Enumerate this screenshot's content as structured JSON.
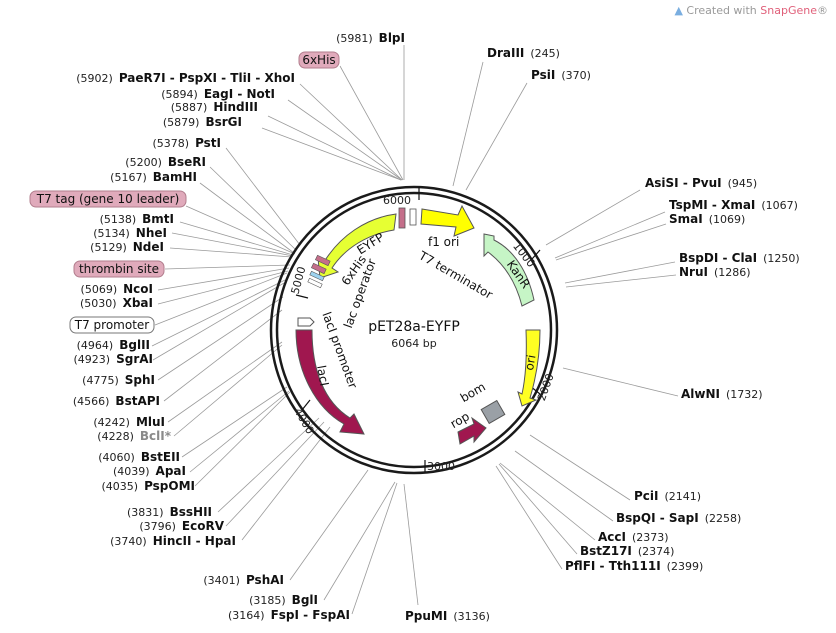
{
  "header": {
    "prefix": "Created with ",
    "brand": "SnapGene",
    "mark": "®"
  },
  "plasmid": {
    "name": "pET28a-EYFP",
    "size": "6064 bp"
  },
  "ticks": [
    "1000",
    "2000",
    "3000",
    "4000",
    "5000",
    "6000"
  ],
  "features": {
    "f1_ori": "f1 ori",
    "kanr": "KanR",
    "ori": "ori",
    "t7_term": "T7 terminator",
    "bom": "bom",
    "rop": "rop",
    "laci": "lacI",
    "laci_promoter": "lacI promoter",
    "lac_operator": "lac operator",
    "his_inner": "6xHis",
    "eyfp": "EYFP"
  },
  "boxed": [
    "6xHis",
    "T7 tag (gene 10 leader)",
    "thrombin site",
    "T7 promoter"
  ],
  "sites_right": [
    {
      "pos": "(245)",
      "name": "DraIII"
    },
    {
      "pos": "(370)",
      "name": "PsiI"
    },
    {
      "pos": "(945)",
      "name": "AsiSI - PvuI"
    },
    {
      "pos": "(1067)",
      "name": "TspMI - XmaI"
    },
    {
      "pos": "(1069)",
      "name": "SmaI"
    },
    {
      "pos": "(1250)",
      "name": "BspDI - ClaI"
    },
    {
      "pos": "(1286)",
      "name": "NruI"
    },
    {
      "pos": "(1732)",
      "name": "AlwNI"
    },
    {
      "pos": "(2141)",
      "name": "PciI"
    },
    {
      "pos": "(2258)",
      "name": "BspQI - SapI"
    },
    {
      "pos": "(2373)",
      "name": "AccI"
    },
    {
      "pos": "(2374)",
      "name": "BstZ17I"
    },
    {
      "pos": "(2399)",
      "name": "PflFI - Tth111I"
    },
    {
      "pos": "(3136)",
      "name": "PpuMI"
    }
  ],
  "sites_left": [
    {
      "pos": "(5981)",
      "name": "BlpI"
    },
    {
      "pos": "(5902)",
      "name": "PaeR7I - PspXI - TliI - XhoI"
    },
    {
      "pos": "(5894)",
      "name": "EagI - NotI"
    },
    {
      "pos": "(5887)",
      "name": "HindIII"
    },
    {
      "pos": "(5879)",
      "name": "BsrGI"
    },
    {
      "pos": "(5378)",
      "name": "PstI"
    },
    {
      "pos": "(5200)",
      "name": "BseRI"
    },
    {
      "pos": "(5167)",
      "name": "BamHI"
    },
    {
      "pos": "(5138)",
      "name": "BmtI"
    },
    {
      "pos": "(5134)",
      "name": "NheI"
    },
    {
      "pos": "(5129)",
      "name": "NdeI"
    },
    {
      "pos": "(5069)",
      "name": "NcoI"
    },
    {
      "pos": "(5030)",
      "name": "XbaI"
    },
    {
      "pos": "(4964)",
      "name": "BglII"
    },
    {
      "pos": "(4923)",
      "name": "SgrAI"
    },
    {
      "pos": "(4775)",
      "name": "SphI"
    },
    {
      "pos": "(4566)",
      "name": "BstAPI"
    },
    {
      "pos": "(4242)",
      "name": "MluI"
    },
    {
      "pos": "(4228)",
      "name": "BclI*"
    },
    {
      "pos": "(4060)",
      "name": "BstEII"
    },
    {
      "pos": "(4039)",
      "name": "ApaI"
    },
    {
      "pos": "(4035)",
      "name": "PspOMI"
    },
    {
      "pos": "(3831)",
      "name": "BssHII"
    },
    {
      "pos": "(3796)",
      "name": "EcoRV"
    },
    {
      "pos": "(3740)",
      "name": "HincII - HpaI"
    },
    {
      "pos": "(3401)",
      "name": "PshAI"
    },
    {
      "pos": "(3185)",
      "name": "BglI"
    },
    {
      "pos": "(3164)",
      "name": "FspI - FspAI"
    }
  ],
  "colors": {
    "backbone": "#1a1a1a",
    "f1_ori": "#ffff00",
    "kanr": "#c6f5c6",
    "ori": "#ffff22",
    "eyfp": "#e6ff33",
    "laci": "#a0174f",
    "rop": "#a0174f",
    "bom": "#9aa0a6",
    "tag_box": "#e0aabb",
    "brand": "#e0607a"
  }
}
